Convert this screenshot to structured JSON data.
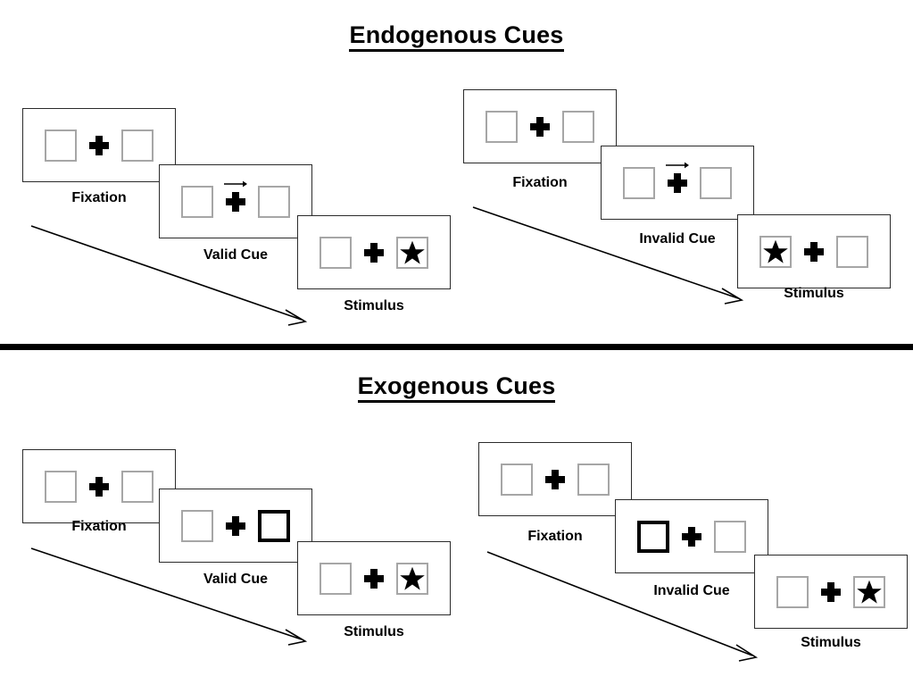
{
  "sections": [
    {
      "id": "endogenous",
      "title": "Endogenous Cues",
      "conditions": [
        {
          "id": "endogenous-valid",
          "cue_label": "Valid Cue",
          "panels": [
            {
              "name": "fixation",
              "label": "Fixation",
              "left_box": "empty",
              "right_box": "empty",
              "cue_arrow": false,
              "arrow_direction": ""
            },
            {
              "name": "cue",
              "label": "Valid Cue",
              "left_box": "empty",
              "right_box": "empty",
              "cue_arrow": true,
              "arrow_direction": "right"
            },
            {
              "name": "stimulus",
              "label": "Stimulus",
              "left_box": "empty",
              "right_box": "star",
              "cue_arrow": false,
              "arrow_direction": ""
            }
          ]
        },
        {
          "id": "endogenous-invalid",
          "cue_label": "Invalid Cue",
          "panels": [
            {
              "name": "fixation",
              "label": "Fixation",
              "left_box": "empty",
              "right_box": "empty",
              "cue_arrow": false,
              "arrow_direction": ""
            },
            {
              "name": "cue",
              "label": "Invalid Cue",
              "left_box": "empty",
              "right_box": "empty",
              "cue_arrow": true,
              "arrow_direction": "right"
            },
            {
              "name": "stimulus",
              "label": "Stimulus",
              "left_box": "star",
              "right_box": "empty",
              "cue_arrow": false,
              "arrow_direction": ""
            }
          ]
        }
      ]
    },
    {
      "id": "exogenous",
      "title": "Exogenous Cues",
      "conditions": [
        {
          "id": "exogenous-valid",
          "cue_label": "Valid Cue",
          "panels": [
            {
              "name": "fixation",
              "label": "Fixation",
              "left_box": "empty",
              "right_box": "empty",
              "cue_arrow": false,
              "arrow_direction": ""
            },
            {
              "name": "cue",
              "label": "Valid Cue",
              "left_box": "empty",
              "right_box": "cued",
              "cue_arrow": false,
              "arrow_direction": ""
            },
            {
              "name": "stimulus",
              "label": "Stimulus",
              "left_box": "empty",
              "right_box": "star",
              "cue_arrow": false,
              "arrow_direction": ""
            }
          ]
        },
        {
          "id": "exogenous-invalid",
          "cue_label": "Invalid Cue",
          "panels": [
            {
              "name": "fixation",
              "label": "Fixation",
              "left_box": "empty",
              "right_box": "empty",
              "cue_arrow": false,
              "arrow_direction": ""
            },
            {
              "name": "cue",
              "label": "Invalid Cue",
              "left_box": "cued",
              "right_box": "empty",
              "cue_arrow": false,
              "arrow_direction": ""
            },
            {
              "name": "stimulus",
              "label": "Stimulus",
              "left_box": "empty",
              "right_box": "star",
              "cue_arrow": false,
              "arrow_direction": ""
            }
          ]
        }
      ]
    }
  ],
  "labels": {
    "fixation": "Fixation",
    "valid_cue": "Valid Cue",
    "invalid_cue": "Invalid Cue",
    "stimulus": "Stimulus"
  },
  "colors": {
    "background": "#ffffff",
    "panel_border": "#2b2b2b",
    "box_border": "#a6a6a6",
    "cued_box_border": "#000000",
    "foreground": "#000000",
    "divider": "#000000"
  }
}
